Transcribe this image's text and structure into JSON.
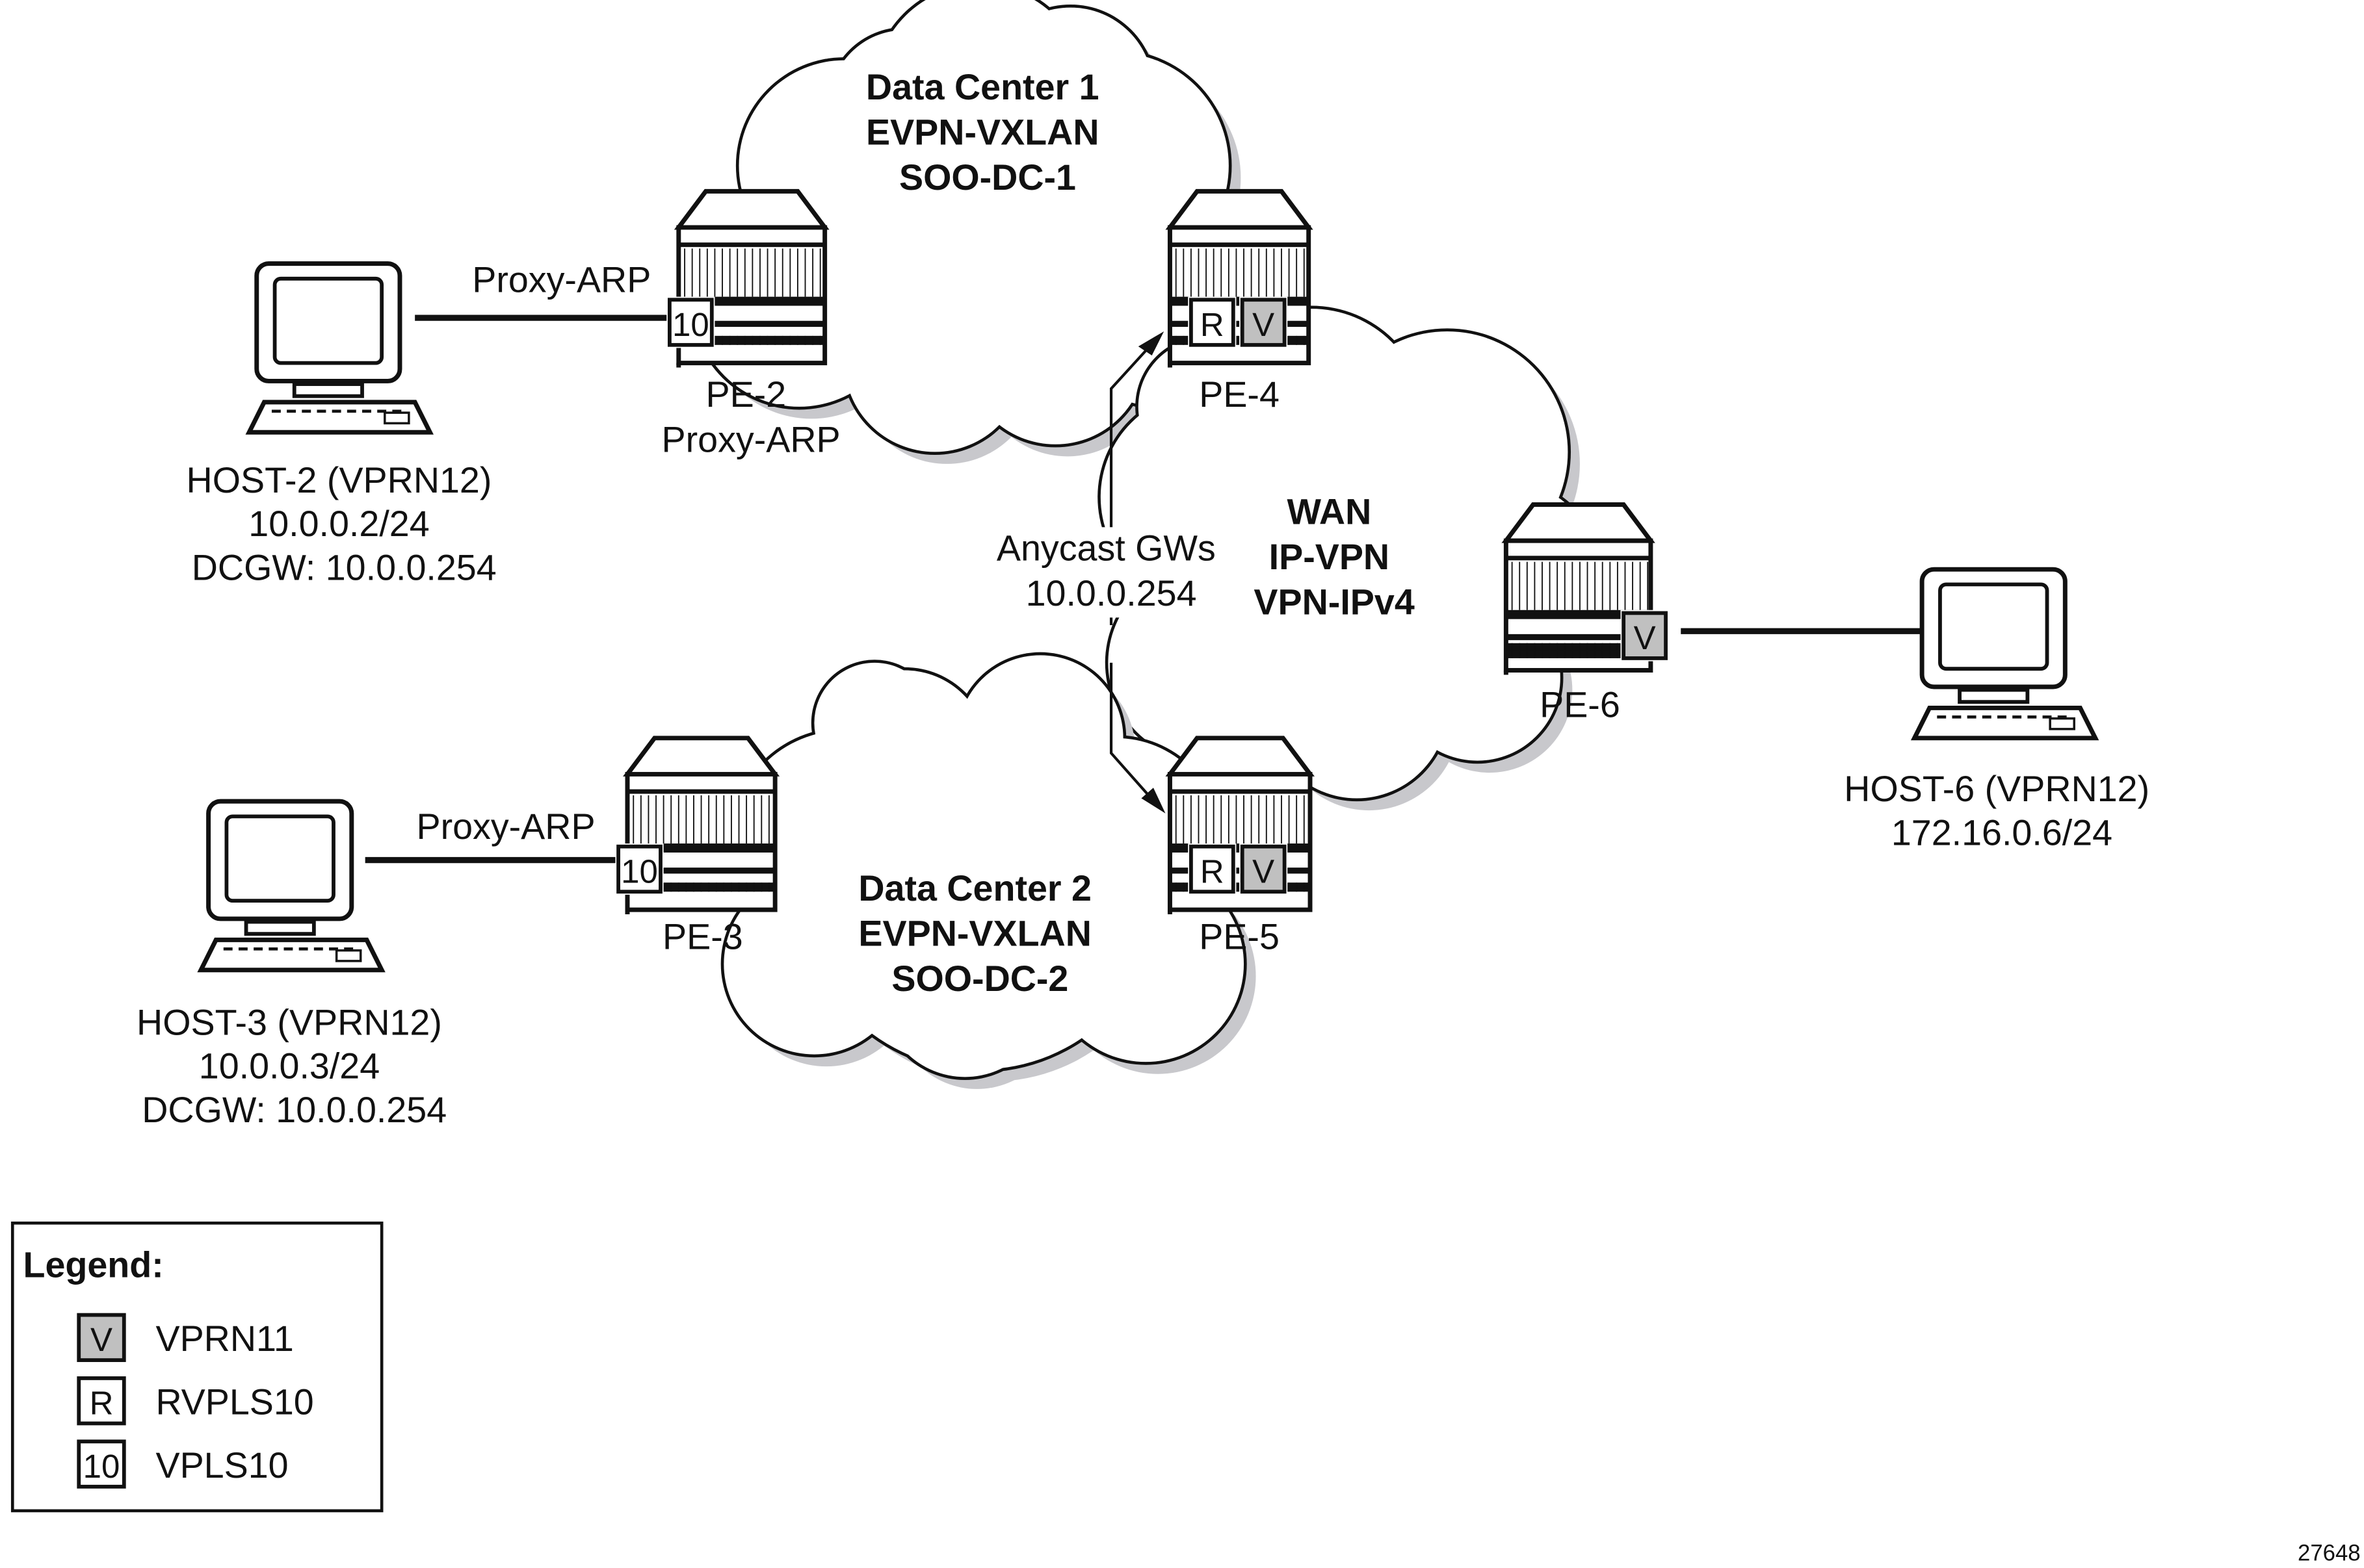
{
  "clouds": {
    "dc1": {
      "lines": [
        "Data Center 1",
        "EVPN-VXLAN",
        "SOO-DC-1"
      ]
    },
    "dc2": {
      "lines": [
        "Data Center 2",
        "EVPN-VXLAN",
        "SOO-DC-2"
      ]
    },
    "wan": {
      "lines": [
        "WAN",
        "IP-VPN",
        "VPN-IPv4"
      ]
    }
  },
  "routers": {
    "pe2": {
      "name": "PE-2",
      "sublabel": "Proxy-ARP",
      "services": [
        "10"
      ]
    },
    "pe3": {
      "name": "PE-3",
      "services": [
        "10"
      ]
    },
    "pe4": {
      "name": "PE-4",
      "services": [
        "R",
        "V"
      ]
    },
    "pe5": {
      "name": "PE-5",
      "services": [
        "R",
        "V"
      ]
    },
    "pe6": {
      "name": "PE-6",
      "services": [
        "V"
      ]
    }
  },
  "links": {
    "pe2_host": "Proxy-ARP",
    "pe3_host": "Proxy-ARP"
  },
  "anycast": {
    "lines": [
      "Anycast GWs",
      "10.0.0.254"
    ]
  },
  "hosts": {
    "host2": {
      "lines": [
        "HOST-2 (VPRN12)",
        "10.0.0.2/24",
        "DCGW: 10.0.0.254"
      ]
    },
    "host3": {
      "lines": [
        "HOST-3 (VPRN12)",
        "10.0.0.3/24",
        "DCGW: 10.0.0.254"
      ]
    },
    "host6": {
      "lines": [
        "HOST-6 (VPRN12)",
        "172.16.0.6/24"
      ]
    }
  },
  "legend": {
    "title": "Legend:",
    "items": [
      {
        "symbol": "V",
        "label": "VPRN11",
        "fill": "#c0c0c0"
      },
      {
        "symbol": "R",
        "label": "RVPLS10",
        "fill": "#ffffff"
      },
      {
        "symbol": "10",
        "label": "VPLS10",
        "fill": "#ffffff"
      }
    ]
  },
  "colors": {
    "service_v": "#c0c0c0",
    "shadow": "#c8c8cc"
  },
  "figure_id": "27648"
}
